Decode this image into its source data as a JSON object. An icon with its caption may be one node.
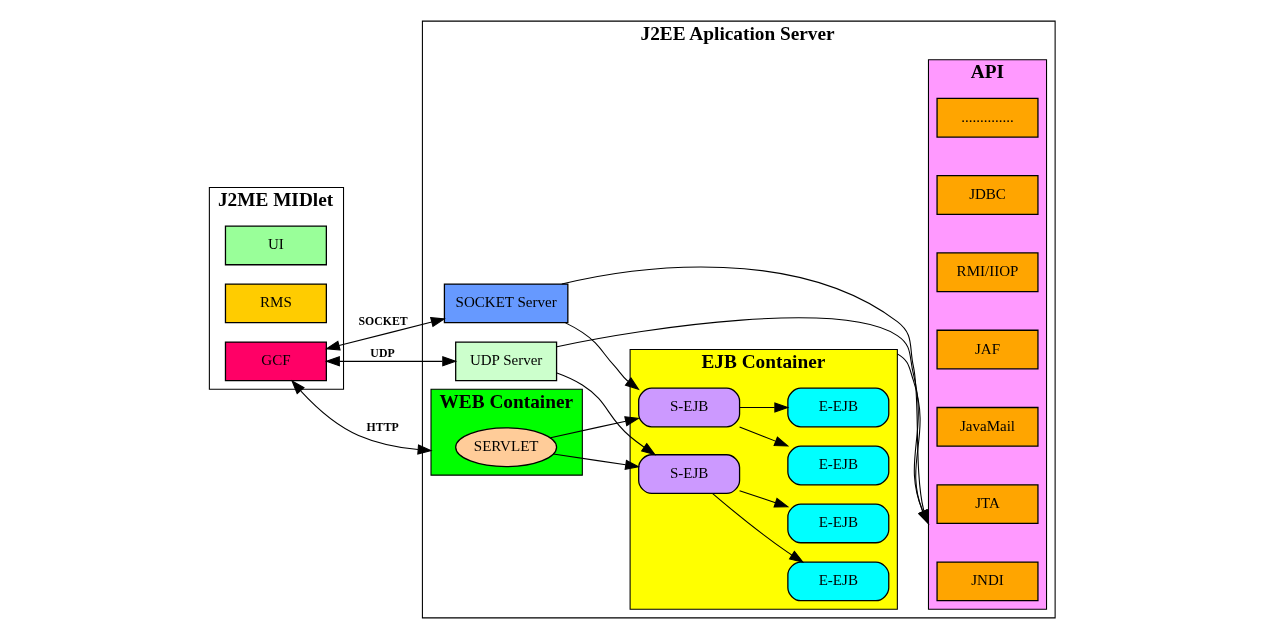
{
  "diagram": {
    "nodes": [
      {
        "text": [
          "J2ME MIDlet"
        ]
      },
      {
        "text": [
          "UI"
        ],
        "in": 0
      },
      {
        "text": [
          "RMS"
        ],
        "in": 0
      },
      {
        "text": [
          "GCF"
        ],
        "in": 0
      },
      {
        "text": [
          "J2EE Aplication Server"
        ]
      },
      {
        "text": [
          "SOCKET Server"
        ],
        "in": 4
      },
      {
        "text": [
          "UDP Server"
        ],
        "in": 4
      },
      {
        "text": [
          "WEB Container"
        ],
        "in": 4
      },
      {
        "text": [
          "SERVLET"
        ],
        "in": 7
      },
      {
        "text": [
          "EJB Container"
        ],
        "in": 4
      },
      {
        "text": [
          "S-EJB"
        ],
        "in": 9
      },
      {
        "text": [
          "S-EJB"
        ],
        "in": 9
      },
      {
        "text": [
          "E-EJB"
        ],
        "in": 9
      },
      {
        "text": [
          "E-EJB"
        ],
        "in": 9
      },
      {
        "text": [
          "E-EJB"
        ],
        "in": 9
      },
      {
        "text": [
          "E-EJB"
        ],
        "in": 9
      },
      {
        "text": [
          "API"
        ],
        "in": 4
      },
      {
        "text": [
          "JNDI"
        ],
        "in": 16
      },
      {
        "text": [
          "JTA"
        ],
        "in": 16
      },
      {
        "text": [
          "JavaMail"
        ],
        "in": 16
      },
      {
        "text": [
          "JAF"
        ],
        "in": 16
      },
      {
        "text": [
          "RMI/IIOP"
        ],
        "in": 16
      },
      {
        "text": [
          "JDBC"
        ],
        "in": 16
      },
      {
        "text": [
          ".............."
        ],
        "in": 16
      }
    ],
    "edges": [
      {
        "from": 3,
        "to": 5,
        "arrow": "both",
        "label": "SOCKET"
      },
      {
        "from": 3,
        "to": 6,
        "arrow": "both",
        "label": "UDP"
      },
      {
        "from": 3,
        "to": 7,
        "arrow": "both",
        "label": "HTTP"
      },
      {
        "from": 5,
        "to": 16,
        "arrow": "to"
      },
      {
        "from": 6,
        "to": 16,
        "arrow": "to"
      },
      {
        "from": 5,
        "to": 10,
        "arrow": "to"
      },
      {
        "from": 6,
        "to": 11,
        "arrow": "to"
      },
      {
        "from": 8,
        "to": 10,
        "arrow": "to"
      },
      {
        "from": 8,
        "to": 11,
        "arrow": "to"
      },
      {
        "from": 10,
        "to": 12,
        "arrow": "to"
      },
      {
        "from": 10,
        "to": 14,
        "arrow": "to"
      },
      {
        "from": 11,
        "to": 13,
        "arrow": "to"
      },
      {
        "from": 11,
        "to": 15,
        "arrow": "to"
      },
      {
        "from": 9,
        "to": 16,
        "arrow": "to"
      }
    ]
  }
}
